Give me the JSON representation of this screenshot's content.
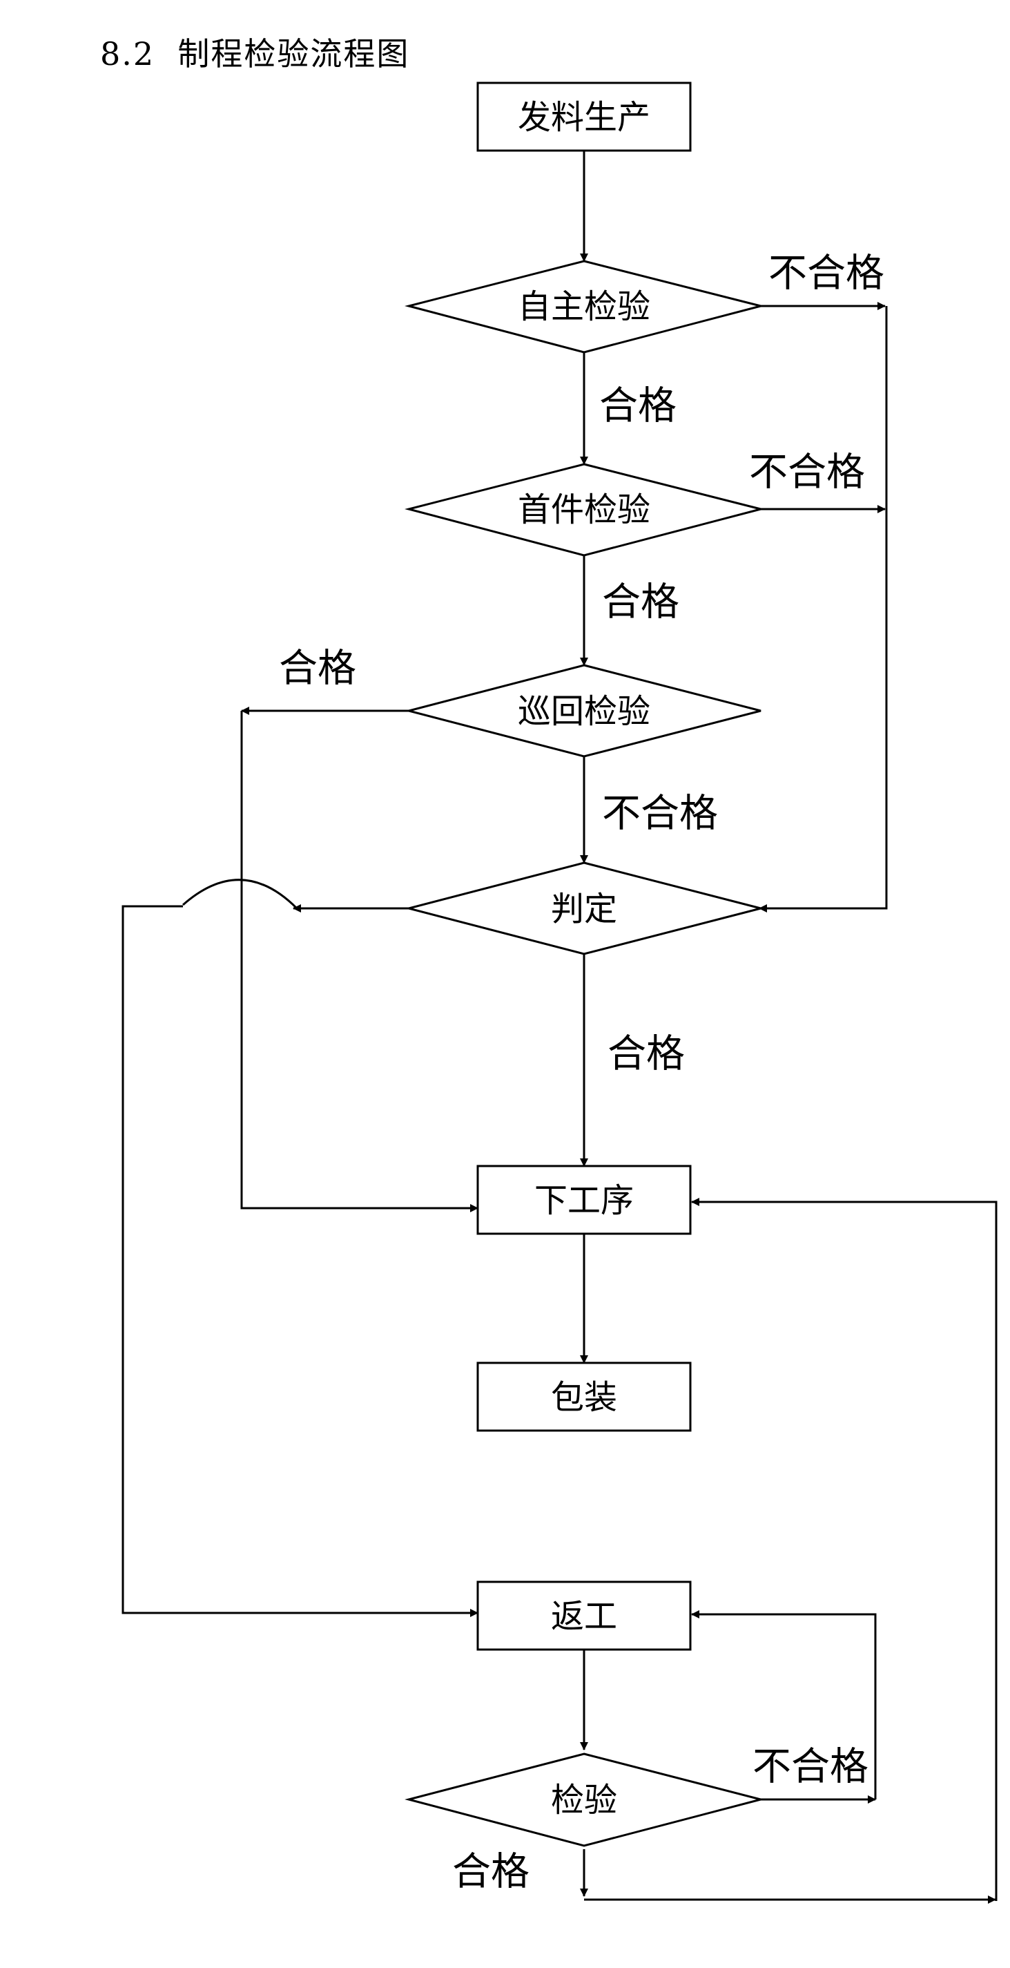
{
  "title": "8.2  制程检验流程图",
  "nodes": {
    "material_production": "发料生产",
    "self_inspection": "自主检验",
    "first_article_inspection": "首件检验",
    "patrol_inspection": "巡回检验",
    "judgment": "判定",
    "next_process": "下工序",
    "packaging": "包装",
    "rework": "返工",
    "inspection": "检验"
  },
  "edge_labels": {
    "self_fail": "不合格",
    "self_pass": "合格",
    "first_fail": "不合格",
    "first_pass": "合格",
    "patrol_pass": "合格",
    "patrol_fail": "不合格",
    "judge_pass": "合格",
    "inspect_fail": "不合格",
    "inspect_pass": "合格"
  }
}
